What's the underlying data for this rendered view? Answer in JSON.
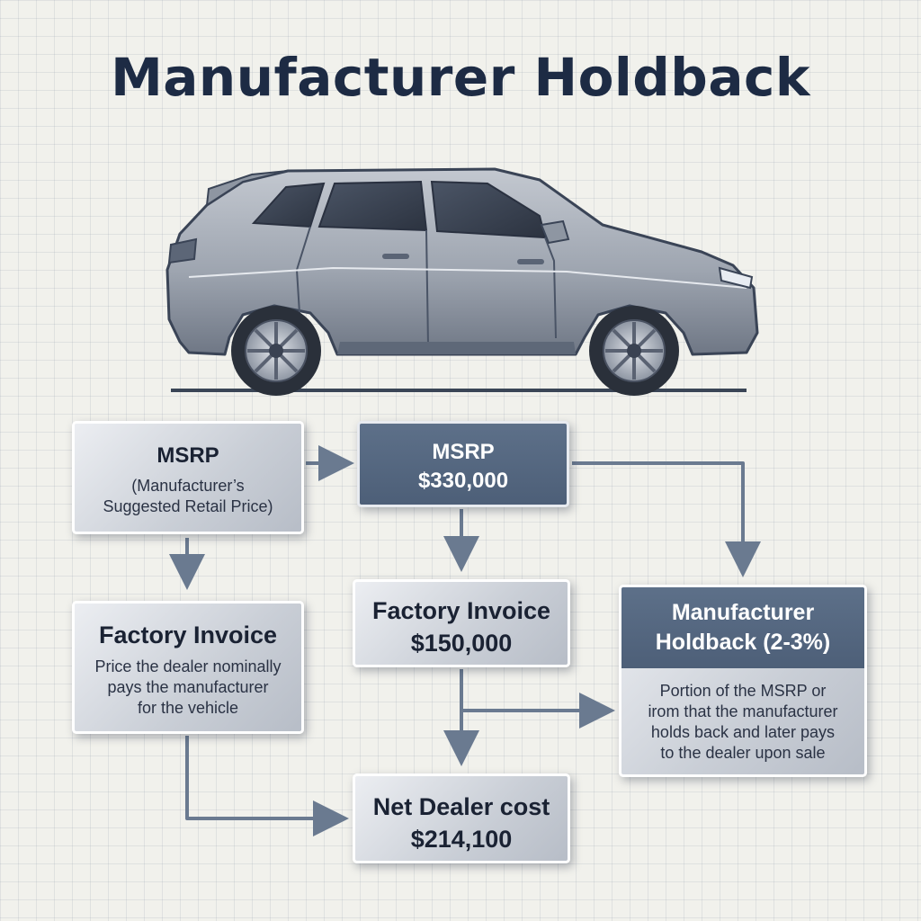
{
  "title": "Manufacturer Holdback",
  "boxes": {
    "msrp_def": {
      "title": "MSRP",
      "desc": [
        "(Manufacturer’s",
        "Suggested Retail Price)"
      ]
    },
    "msrp_value": {
      "title": "MSRP",
      "value": "$330,000"
    },
    "invoice_def": {
      "title": "Factory Invoice",
      "desc": [
        "Price the dealer nominally",
        "pays the manufacturer",
        "for the vehicle"
      ]
    },
    "invoice_value": {
      "title": "Factory Invoice",
      "value": "$150,000"
    },
    "holdback": {
      "title": [
        "Manufacturer",
        "Holdback (2-3%)"
      ],
      "desc": [
        "Portion of the MSRP or",
        "irom that the manufacturer",
        "holds back and later pays",
        "to the dealer upon sale"
      ]
    },
    "net_cost": {
      "title": "Net Dealer cost",
      "value": "$214,100"
    }
  },
  "colors": {
    "heading": "#1d2b44",
    "dark_box": "#56687f",
    "light_box": "#d3d7de",
    "arrow": "#5f7088"
  },
  "icons": [
    "suv-car-illustration"
  ]
}
